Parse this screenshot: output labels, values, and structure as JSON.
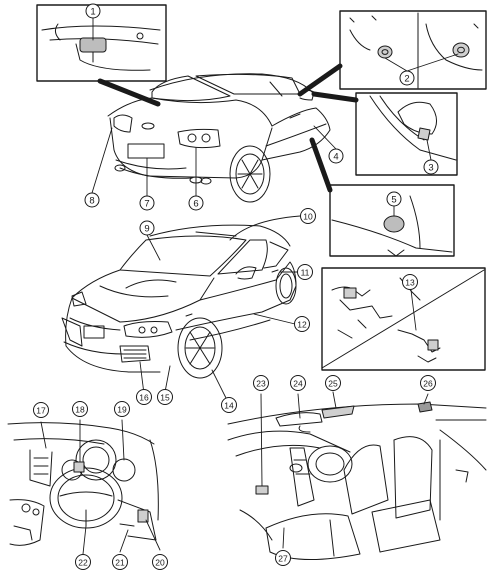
{
  "callouts": [
    "1",
    "2",
    "3",
    "4",
    "5",
    "6",
    "7",
    "8",
    "9",
    "10",
    "11",
    "12",
    "13",
    "14",
    "15",
    "16",
    "17",
    "18",
    "19",
    "20",
    "21",
    "22",
    "23",
    "24",
    "25",
    "26",
    "27"
  ],
  "colors": {
    "line": "#1a1a1a",
    "fill": "#ffffff",
    "light": "#9a9a9a"
  }
}
